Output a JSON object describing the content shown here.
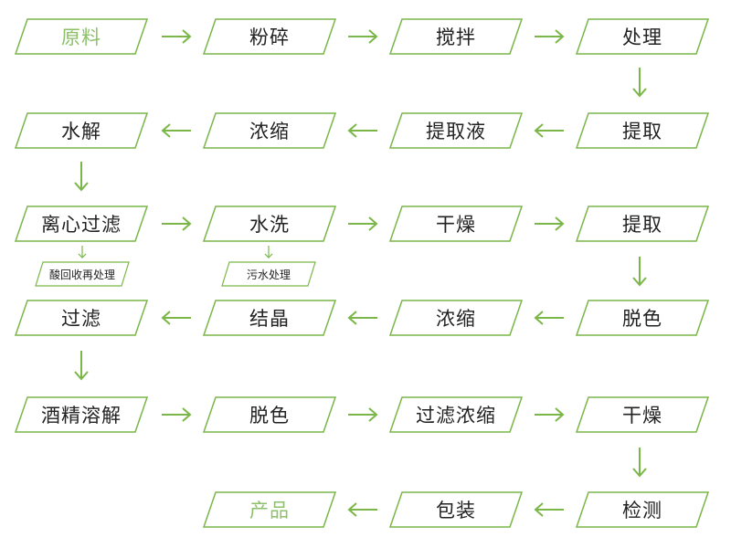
{
  "colors": {
    "stroke": "#7ab648",
    "text": "#222222",
    "light_text": "#8cc06a"
  },
  "steps": {
    "r1c1": "原料",
    "r1c2": "粉碎",
    "r1c3": "搅拌",
    "r1c4": "处理",
    "r2c1": "水解",
    "r2c2": "浓缩",
    "r2c3": "提取液",
    "r2c4": "提取",
    "r3c1": "离心过滤",
    "r3c2": "水洗",
    "r3c3": "干燥",
    "r3c4": "提取",
    "s1": "酸回收再处理",
    "s2": "污水处理",
    "r4c1": "过滤",
    "r4c2": "结晶",
    "r4c3": "浓缩",
    "r4c4": "脱色",
    "r5c1": "酒精溶解",
    "r5c2": "脱色",
    "r5c3": "过滤浓缩",
    "r5c4": "干燥",
    "r6c2": "产品",
    "r6c3": "包装",
    "r6c4": "检测"
  }
}
